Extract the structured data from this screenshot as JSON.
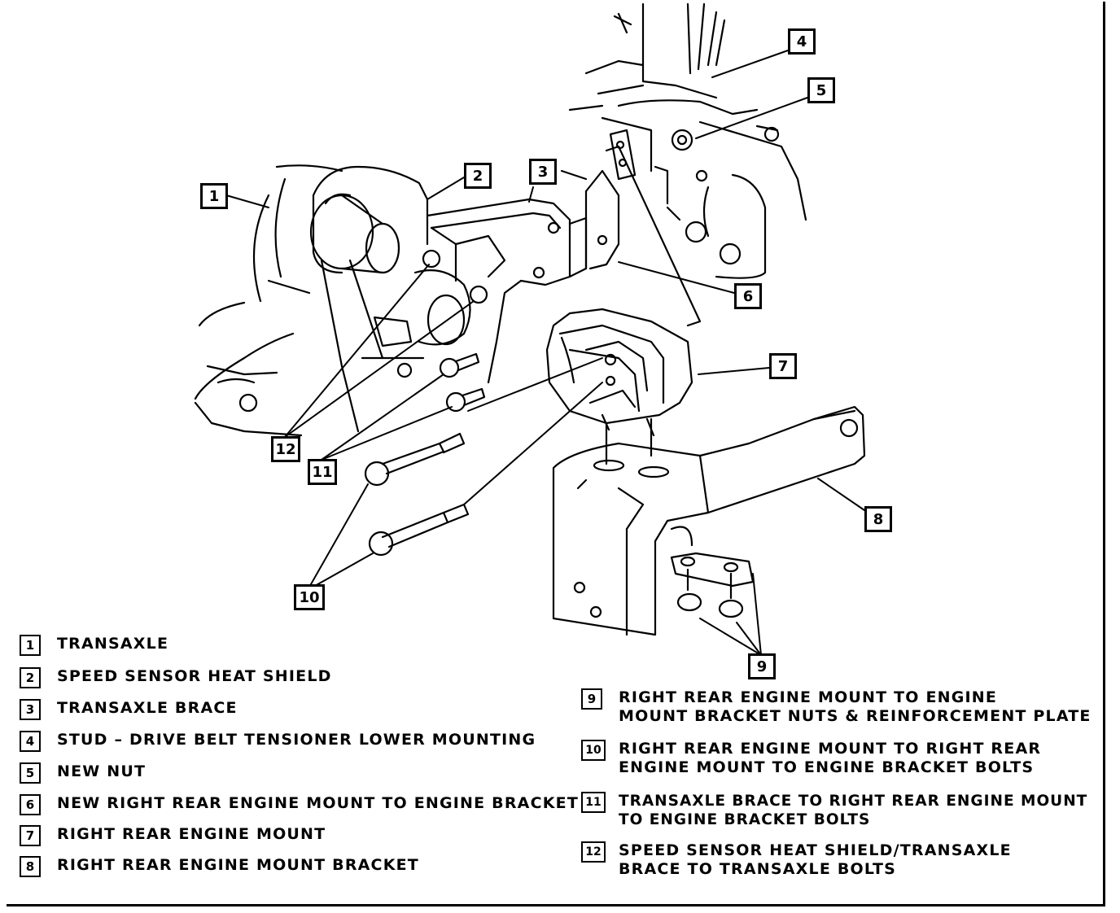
{
  "callouts": {
    "c1": "1",
    "c2": "2",
    "c3": "3",
    "c4": "4",
    "c5": "5",
    "c6": "6",
    "c7": "7",
    "c8": "8",
    "c9": "9",
    "c10": "10",
    "c11": "11",
    "c12": "12"
  },
  "legend_left": [
    {
      "num": "1",
      "text": "TRANSAXLE"
    },
    {
      "num": "2",
      "text": "SPEED SENSOR HEAT SHIELD"
    },
    {
      "num": "3",
      "text": "TRANSAXLE BRACE"
    },
    {
      "num": "4",
      "text": "STUD – DRIVE BELT TENSIONER LOWER MOUNTING"
    },
    {
      "num": "5",
      "text": "NEW NUT"
    },
    {
      "num": "6",
      "text": "NEW RIGHT REAR ENGINE MOUNT TO ENGINE BRACKET"
    },
    {
      "num": "7",
      "text": "RIGHT REAR ENGINE MOUNT"
    },
    {
      "num": "8",
      "text": "RIGHT REAR ENGINE MOUNT BRACKET"
    }
  ],
  "legend_right": [
    {
      "num": "9",
      "text": "RIGHT REAR ENGINE MOUNT TO ENGINE\nMOUNT BRACKET NUTS & REINFORCEMENT PLATE"
    },
    {
      "num": "10",
      "text": "RIGHT REAR ENGINE MOUNT TO RIGHT REAR\nENGINE MOUNT TO ENGINE BRACKET BOLTS"
    },
    {
      "num": "11",
      "text": "TRANSAXLE BRACE TO RIGHT REAR ENGINE MOUNT\nTO ENGINE BRACKET BOLTS"
    },
    {
      "num": "12",
      "text": "SPEED SENSOR HEAT SHIELD/TRANSAXLE\nBRACE TO TRANSAXLE BOLTS"
    }
  ]
}
